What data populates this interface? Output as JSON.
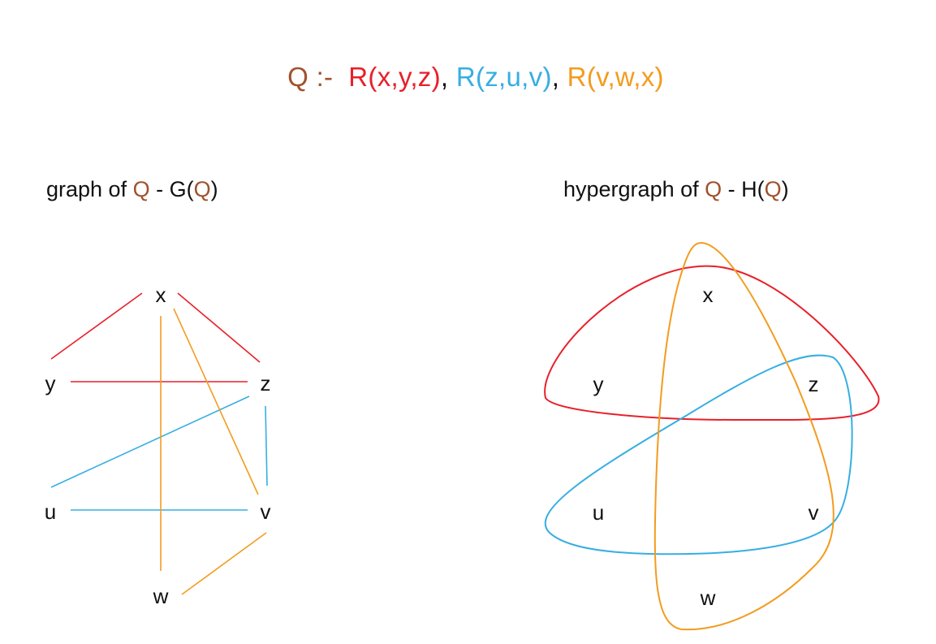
{
  "colors": {
    "query_head": "#a0522d",
    "atom1": "#e8202a",
    "atom2": "#37aee2",
    "atom3": "#f39c1f",
    "text": "#111111"
  },
  "query": {
    "head": "Q",
    "sep": " :-  ",
    "atom1": "R(x,y,z)",
    "comma1": ", ",
    "atom2": "R(z,u,v)",
    "comma2": ", ",
    "atom3": "R(v,w,x)"
  },
  "graph": {
    "caption_prefix": "graph of ",
    "caption_q": "Q",
    "caption_mid": " - G(",
    "caption_q2": "Q",
    "caption_suffix": ")",
    "nodes": {
      "x": "x",
      "y": "y",
      "z": "z",
      "u": "u",
      "v": "v",
      "w": "w"
    }
  },
  "hypergraph": {
    "caption_prefix": "hypergraph of ",
    "caption_q": "Q",
    "caption_mid": " - H(",
    "caption_q2": "Q",
    "caption_suffix": ")",
    "nodes": {
      "x": "x",
      "y": "y",
      "z": "z",
      "u": "u",
      "v": "v",
      "w": "w"
    }
  }
}
